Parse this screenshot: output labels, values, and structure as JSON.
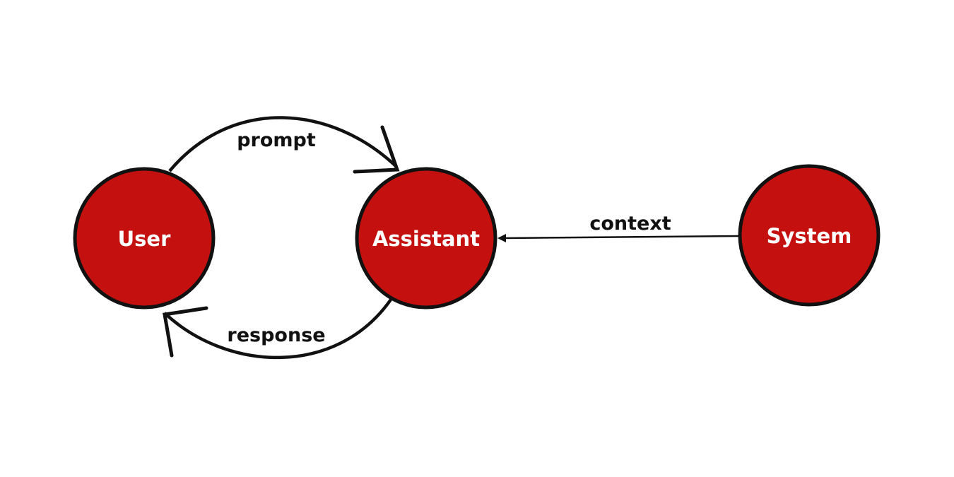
{
  "diagram": {
    "nodes": [
      {
        "id": "user",
        "label": "User"
      },
      {
        "id": "assistant",
        "label": "Assistant"
      },
      {
        "id": "system",
        "label": "System"
      }
    ],
    "edges": [
      {
        "from": "user",
        "to": "assistant",
        "label": "prompt"
      },
      {
        "from": "assistant",
        "to": "user",
        "label": "response"
      },
      {
        "from": "system",
        "to": "assistant",
        "label": "context"
      }
    ],
    "colors": {
      "node_fill": "#c4100f",
      "node_stroke": "#111111",
      "edge": "#111111",
      "background": "#ffffff"
    }
  }
}
